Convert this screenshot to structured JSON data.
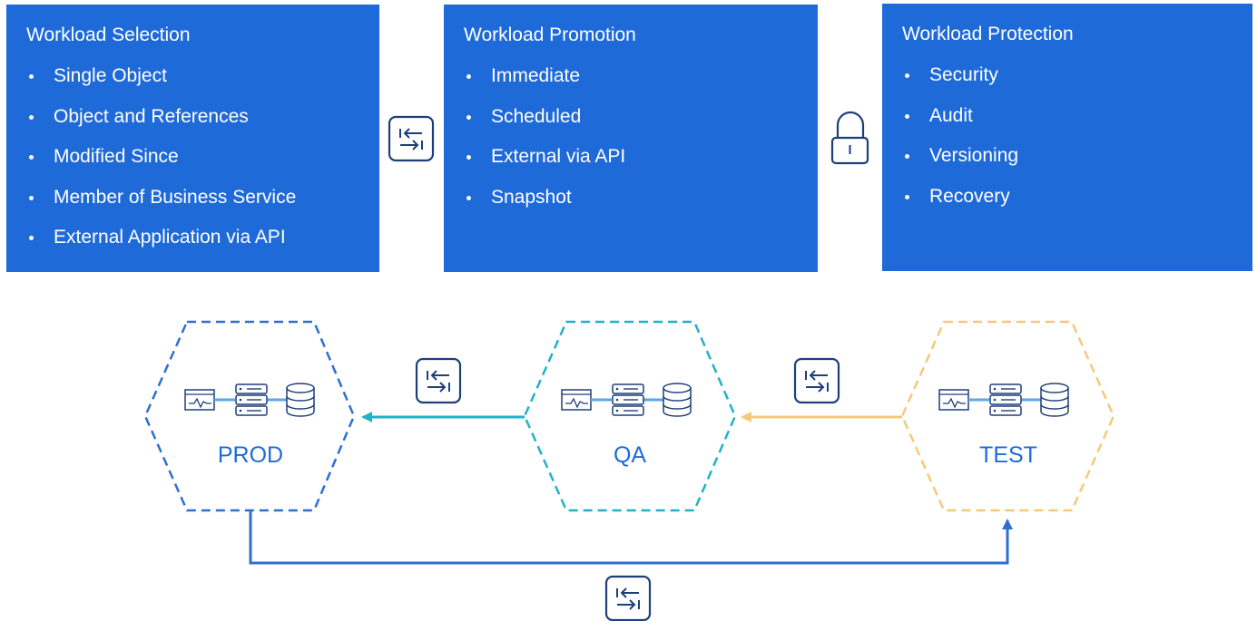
{
  "panels": {
    "selection": {
      "title": "Workload Selection",
      "items": [
        "Single Object",
        "Object and References",
        "Modified Since",
        "Member of Business Service",
        "External Application via API"
      ]
    },
    "promotion": {
      "title": "Workload Promotion",
      "items": [
        "Immediate",
        "Scheduled",
        "External via API",
        "Snapshot"
      ]
    },
    "protection": {
      "title": "Workload Protection",
      "items": [
        "Security",
        "Audit",
        "Versioning",
        "Recovery"
      ]
    }
  },
  "environments": {
    "prod": {
      "label": "PROD",
      "color": "#2e6fd1"
    },
    "qa": {
      "label": "QA",
      "color": "#1fb2c8"
    },
    "test": {
      "label": "TEST",
      "color": "#f5c97a"
    }
  },
  "colors": {
    "panel": "#1f6ad9",
    "icon_stroke": "#1e3f7a",
    "icon_accent": "#5aa7e8",
    "flow_prod_return": "#2e6fd1",
    "flow_qa_to_prod": "#1fb2c8",
    "flow_test_to_qa": "#f5c97a"
  },
  "icons": [
    "sync-icon",
    "lock-icon",
    "monitor-icon",
    "server-icon",
    "database-icon"
  ]
}
